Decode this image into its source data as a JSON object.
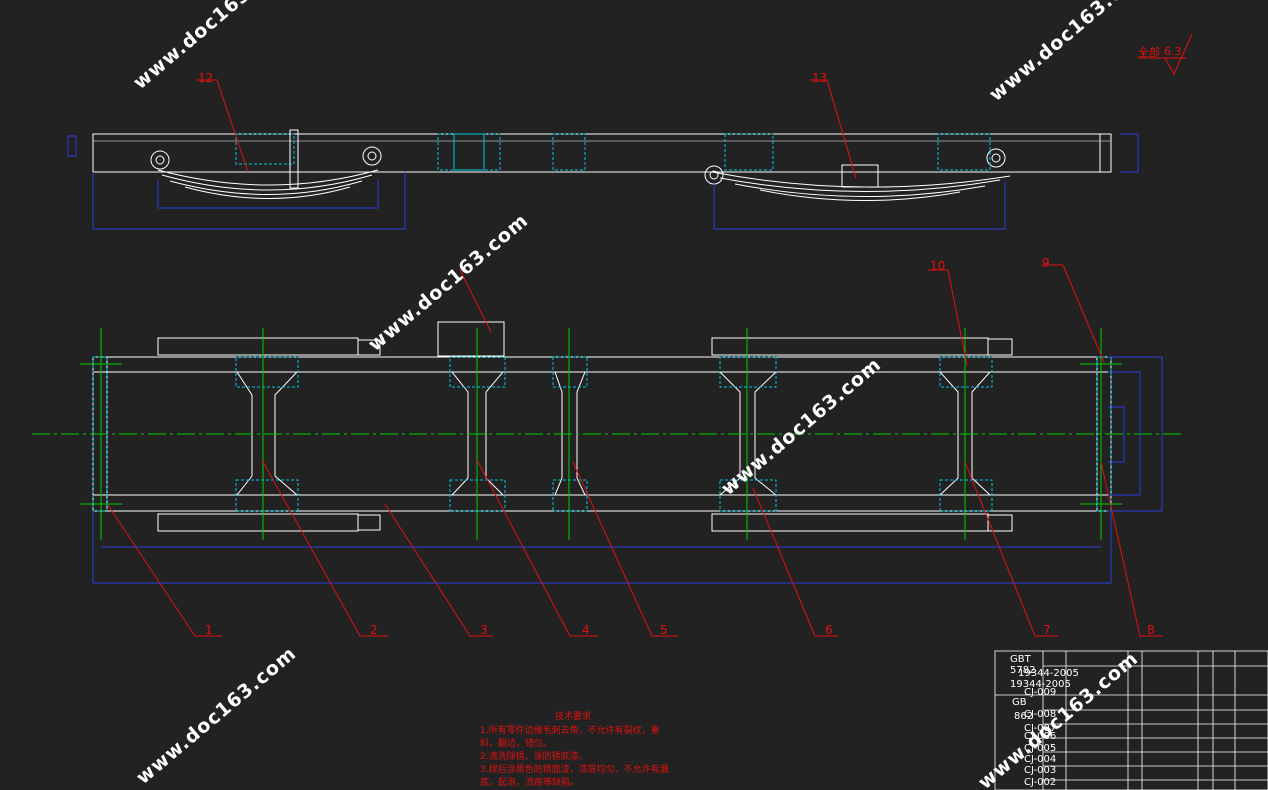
{
  "roughness": {
    "label": "全部",
    "value": "6.3"
  },
  "watermarks": [
    "www.doc163.com"
  ],
  "balloons": [
    "1",
    "2",
    "3",
    "4",
    "5",
    "6",
    "7",
    "8",
    "9",
    "10",
    "12",
    "13"
  ],
  "tech_notes": {
    "title": "技术要求",
    "lines": [
      "1.所有零件边缘毛刺去角，不允许有裂纹，重",
      "  料，翻边，错位。",
      "2.清洗除锈，涂防锈底漆。",
      "3.焊后涂黑色防锈面漆，漆层均匀，不允许有漏",
      "  底，起泡，流痕等缺陷。"
    ]
  },
  "title_block": {
    "codes": [
      "GBT",
      "5782",
      "19344-2005",
      "19344-2005",
      "CJ-009",
      "GB",
      "862",
      "CJ-008",
      "CJ-007",
      "CJ-006",
      "CJ-005",
      "CJ-004",
      "CJ-003",
      "CJ-002"
    ]
  },
  "colors": {
    "background": "#222222",
    "outline": "#ffffff",
    "centerline": "#00cc00",
    "dimension": "#2a3de0",
    "leader": "#e01010",
    "hidden": "#00c8e0",
    "watermark": "#ffffff"
  }
}
